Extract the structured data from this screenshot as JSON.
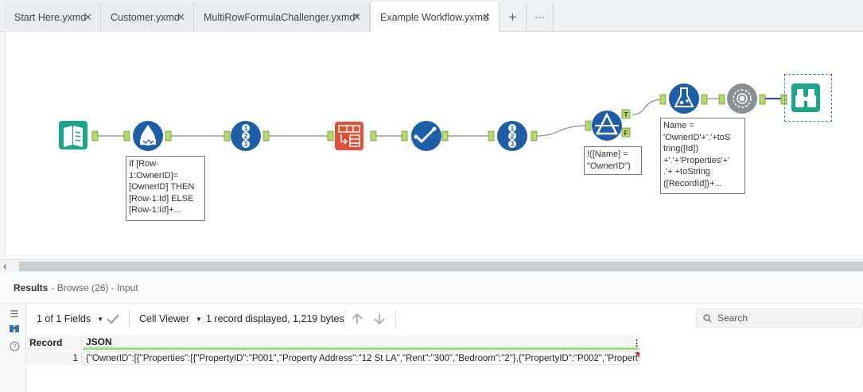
{
  "tabs": [
    {
      "label": "Start Here.yxmd",
      "close": "✕"
    },
    {
      "label": "Customer.yxmd",
      "close": "✕"
    },
    {
      "label": "MultiRowFormulaChallenger.yxmd*",
      "close": "✕"
    },
    {
      "label": "Example Workflow.yxmd",
      "close": "✕",
      "active": true
    }
  ],
  "tab_actions": {
    "add": "+",
    "more": "···"
  },
  "workflow": {
    "tools": [
      {
        "name": "input-data-tool",
        "icon": "book-icon",
        "color": "#1aa58c"
      },
      {
        "name": "multi-row-formula-tool",
        "icon": "water-drop-icon",
        "color": "#1e5ea8"
      },
      {
        "name": "record-id-tool-1",
        "icon": "numbered-list-icon",
        "color": "#1e5ea8"
      },
      {
        "name": "crosstab-tool",
        "icon": "table-icon",
        "color": "#e0513a"
      },
      {
        "name": "select-tool",
        "icon": "checkmark-icon",
        "color": "#1e5ea8"
      },
      {
        "name": "record-id-tool-2",
        "icon": "numbered-list-icon",
        "color": "#1e5ea8"
      },
      {
        "name": "filter-tool",
        "icon": "filter-triangle-icon",
        "color": "#1e5ea8"
      },
      {
        "name": "formula-tool",
        "icon": "flask-icon",
        "color": "#1e5ea8"
      },
      {
        "name": "json-build-tool",
        "icon": "gear-icon",
        "color": "#8a8f94"
      },
      {
        "name": "browse-tool",
        "icon": "binoculars-icon",
        "color": "#1aa58c"
      }
    ],
    "filter_anchors": {
      "true": "T",
      "false": "F"
    },
    "annotations": {
      "multirow": "If [Row-\n1:OwnerID]=\n[OwnerID] THEN\n[Row-1:Id] ELSE\n[Row-1:Id]+...",
      "filter": "!([Name] =\n\"OwnerID\")",
      "formula": "Name =\n'OwnerID'+'.'+toS\ntring([Id])\n+'.'+'Properties'+'\n.'+ +toString\n([RecordId])+..."
    }
  },
  "results": {
    "title": "Results",
    "subtitle": "- Browse (26) - Input",
    "fields_label": "1 of 1 Fields",
    "cell_viewer_label": "Cell Viewer",
    "record_info": "1 record displayed, 1,219 bytes",
    "search_placeholder": "Search",
    "columns": [
      "Record",
      "JSON"
    ],
    "rows": [
      {
        "record": "1",
        "json": "{\"OwnerID\":[{\"Properties\":[{\"PropertyID\":\"P001\",\"Property Address\":\"12 St LA\",\"Rent\":\"300\",\"Bedroom\":\"2\"},{\"PropertyID\":\"P002\",\"Property..."
      }
    ]
  }
}
